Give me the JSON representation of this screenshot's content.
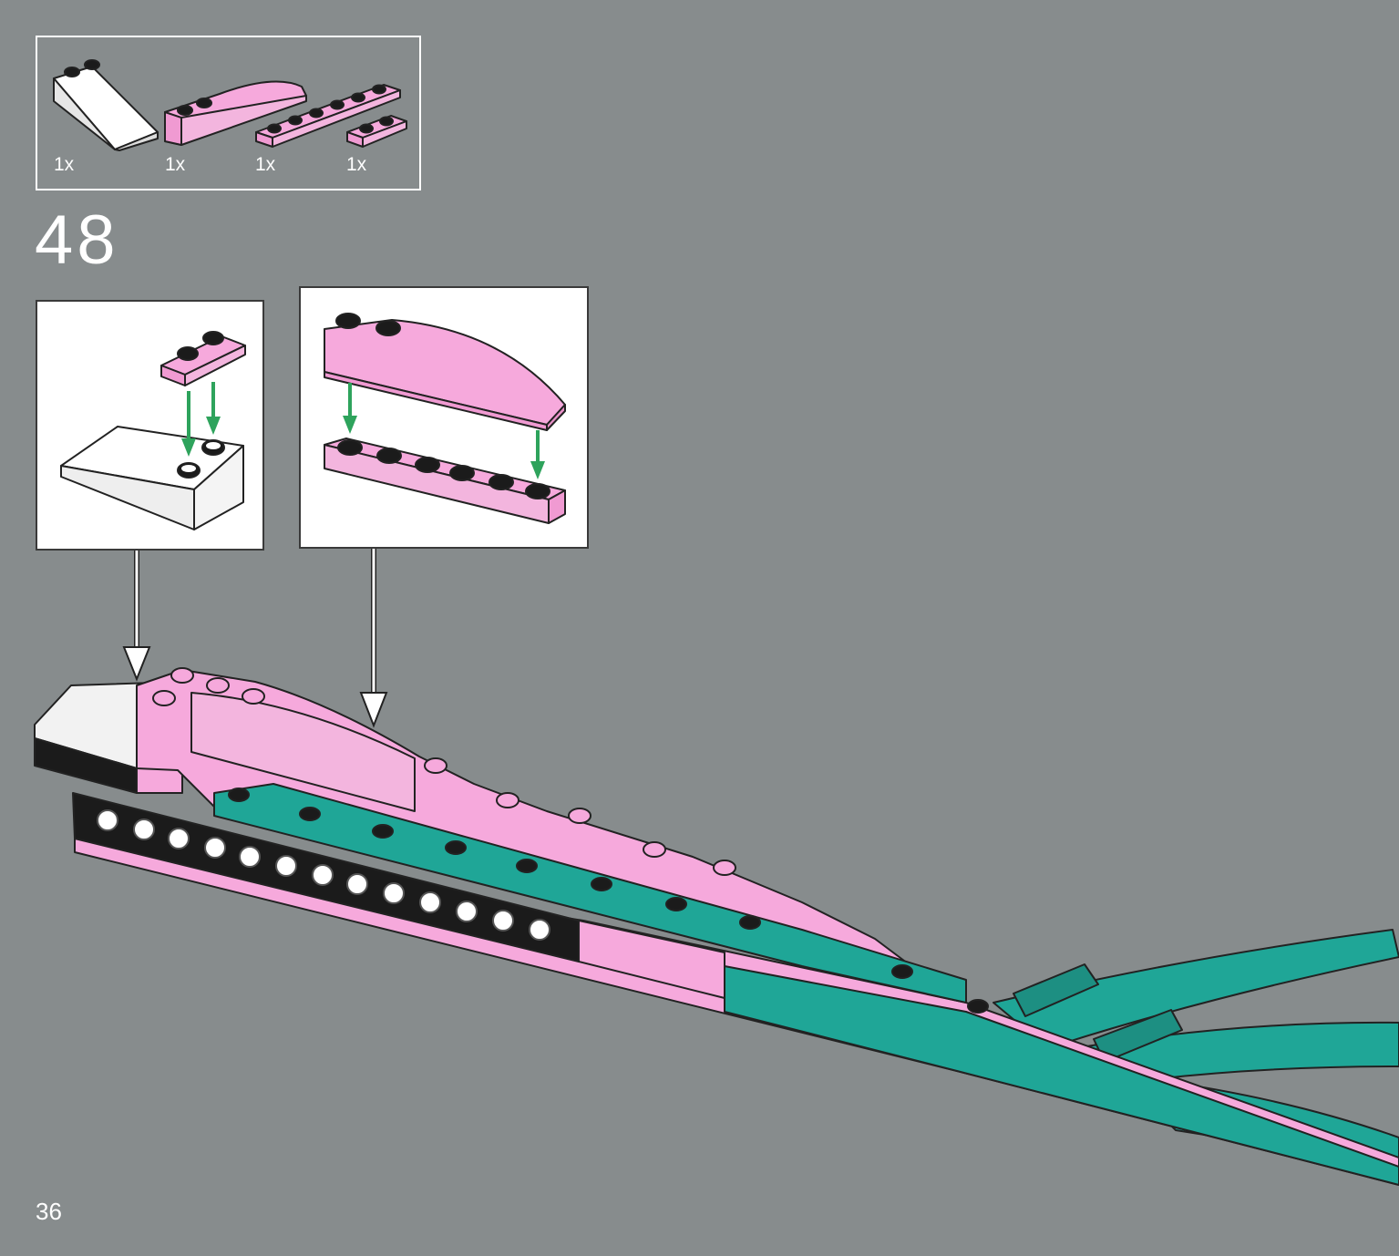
{
  "parts_list": {
    "items": [
      {
        "quantity": "1x",
        "part": "white-slope-brick-icon",
        "color": "#ffffff"
      },
      {
        "quantity": "1x",
        "part": "pink-curved-slope-icon",
        "color": "#f6a9dc"
      },
      {
        "quantity": "1x",
        "part": "pink-plate-1x6-icon",
        "color": "#f6a9dc"
      },
      {
        "quantity": "1x",
        "part": "pink-plate-1x2-icon",
        "color": "#f6a9dc"
      }
    ]
  },
  "step": {
    "number": "48"
  },
  "page": {
    "number": "36"
  },
  "colors": {
    "background": "#878c8d",
    "pink": "#f6a9dc",
    "teal": "#1fa697",
    "arrow_green": "#2ea35c",
    "white": "#ffffff",
    "black": "#1b1b1b"
  }
}
